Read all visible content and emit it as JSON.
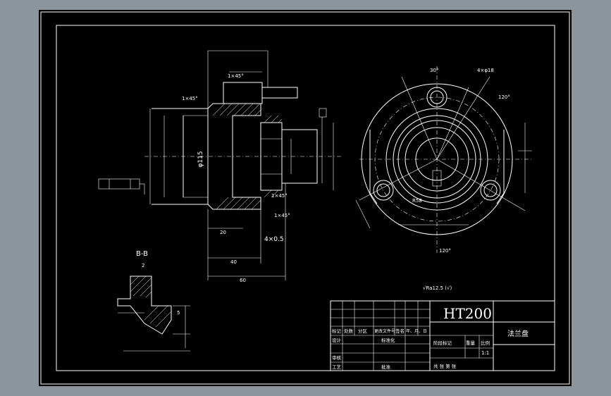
{
  "views": {
    "section_label": "B-B"
  },
  "dimensions": {
    "d_phi115": "φ115",
    "chamfer_a": "1×45°",
    "chamfer_b": "1×45°",
    "chamfer_c": "1×45°",
    "chamfer_d": "1×45°",
    "undercut": "4×0.5",
    "len_a": "20",
    "len_b": "40",
    "len_c": "60",
    "hole_spec": "4×φ18",
    "angle_a": "120°",
    "angle_b": "120°",
    "angle_c": "30°",
    "r_a": "R58",
    "small_2": "2",
    "small_5": "5"
  },
  "surface_note": "√Ra12.5 (√)",
  "title_block": {
    "material": "HT200",
    "part_name": "法兰盘",
    "row_headers": [
      "标记",
      "处数",
      "分区",
      "更改文件号",
      "签名",
      "年、月、日"
    ],
    "design": "设计",
    "standardization": "标准化",
    "review": "审核",
    "process": "工艺",
    "approve": "批准",
    "stage_mark": "阶段标记",
    "weight": "重量",
    "scale_label": "比例",
    "scale_value": "1:1",
    "sheets": "共  张  第  张"
  }
}
